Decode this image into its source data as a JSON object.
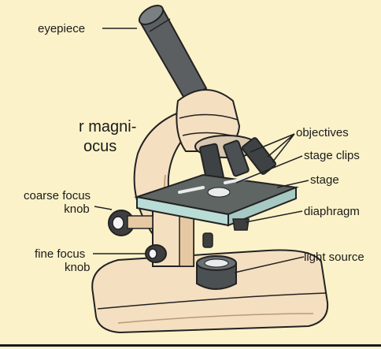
{
  "labels": {
    "eyepiece": "eyepiece",
    "objectives": "objectives",
    "stage_clips": "stage clips",
    "stage": "stage",
    "coarse_focus_line1": "coarse focus",
    "coarse_focus_line2": "knob",
    "diaphragm": "diaphragm",
    "fine_focus_line1": "fine focus",
    "fine_focus_line2": "knob",
    "light_source": "light source"
  },
  "background_text": {
    "line1": "r magni-",
    "line2": "ocus"
  },
  "colors": {
    "background": "#fbf2c9",
    "microscope_body": "#f4dfc0",
    "body_shadow": "#e6c9a2",
    "tube": "#5b5f61",
    "stage_top": "#5f6563",
    "stage_edge": "#b9dcd6",
    "knob": "#3e3e3e"
  }
}
